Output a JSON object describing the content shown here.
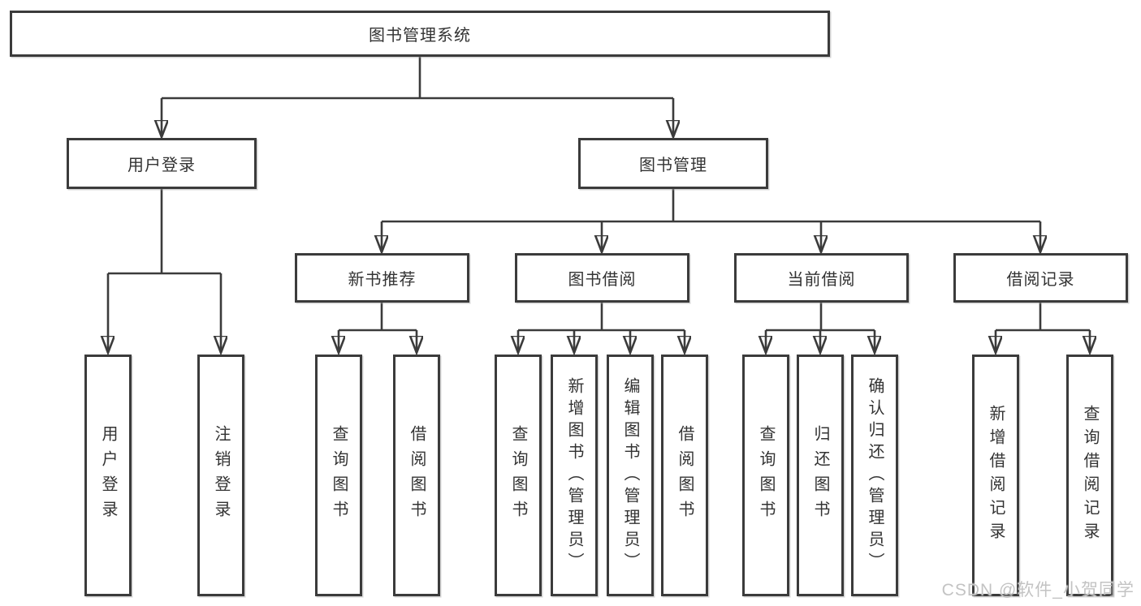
{
  "diagram": {
    "root": {
      "label": "图书管理系统"
    },
    "branches": [
      {
        "label": "用户登录",
        "children": [
          {
            "label": "用户登录"
          },
          {
            "label": "注销登录"
          }
        ]
      },
      {
        "label": "图书管理",
        "groups": [
          {
            "label": "新书推荐",
            "children": [
              {
                "label": "查询图书"
              },
              {
                "label": "借阅图书"
              }
            ]
          },
          {
            "label": "图书借阅",
            "children": [
              {
                "label": "查询图书"
              },
              {
                "label": "新增图书（管理员）"
              },
              {
                "label": "编辑图书（管理员）"
              },
              {
                "label": "借阅图书"
              }
            ]
          },
          {
            "label": "当前借阅",
            "children": [
              {
                "label": "查询图书"
              },
              {
                "label": "归还图书"
              },
              {
                "label": "确认归还（管理员）"
              }
            ]
          },
          {
            "label": "借阅记录",
            "children": [
              {
                "label": "新增借阅记录"
              },
              {
                "label": "查询借阅记录"
              }
            ]
          }
        ]
      }
    ]
  },
  "watermark": {
    "text": "CSDN @软件_小贺同学"
  },
  "colors": {
    "line": "#3b3b3b",
    "text": "#333333",
    "background": "#ffffff",
    "watermark": "#c3c3c3"
  }
}
